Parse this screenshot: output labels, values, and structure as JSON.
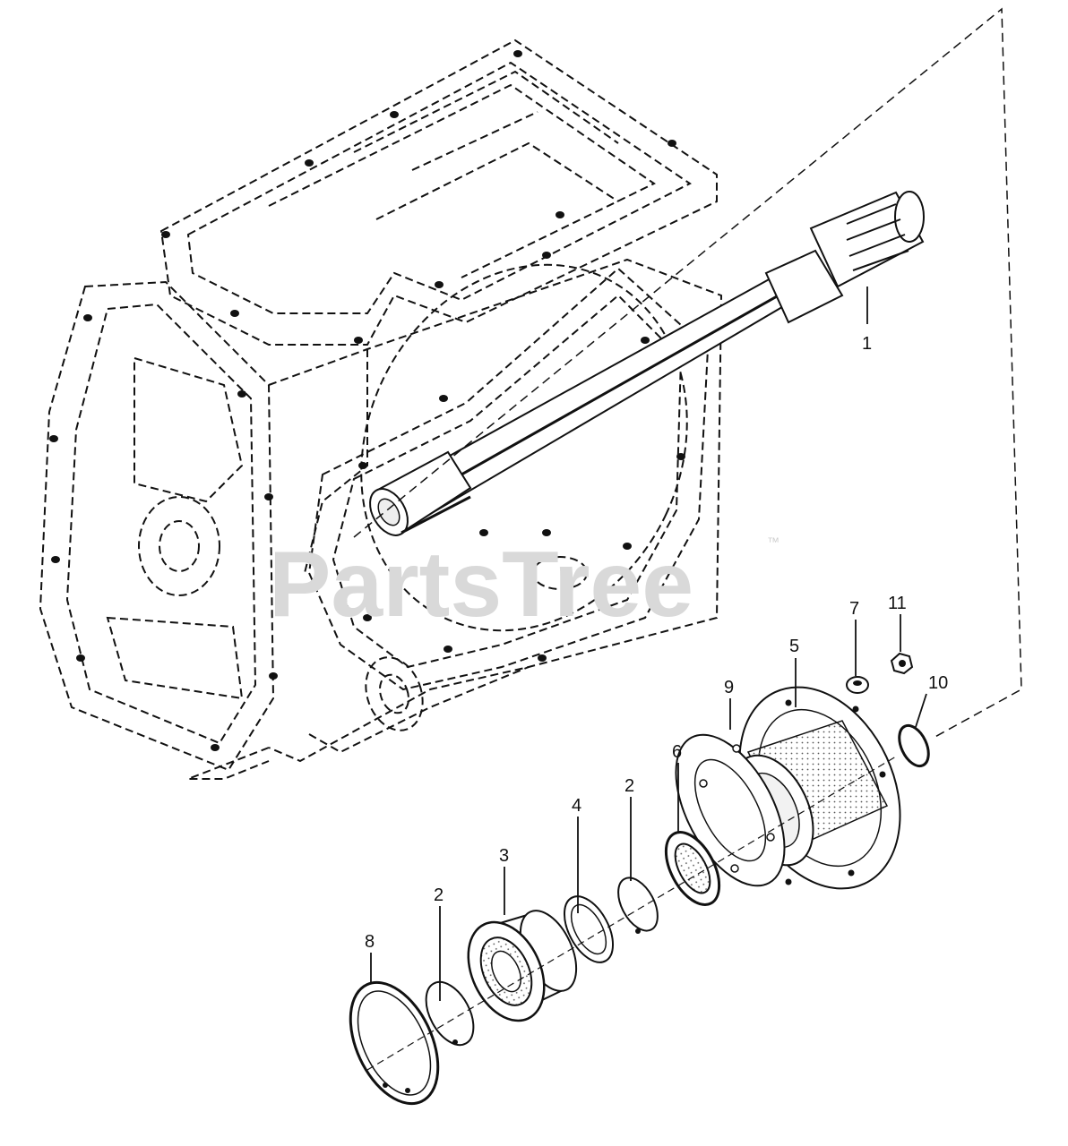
{
  "watermark": {
    "text": "PartsTree",
    "trademark": "™"
  },
  "callouts": {
    "c1": "1",
    "c2a": "2",
    "c2b": "2",
    "c3": "3",
    "c4": "4",
    "c5": "5",
    "c6": "6",
    "c7": "7",
    "c8": "8",
    "c9": "9",
    "c10": "10",
    "c11": "11"
  }
}
